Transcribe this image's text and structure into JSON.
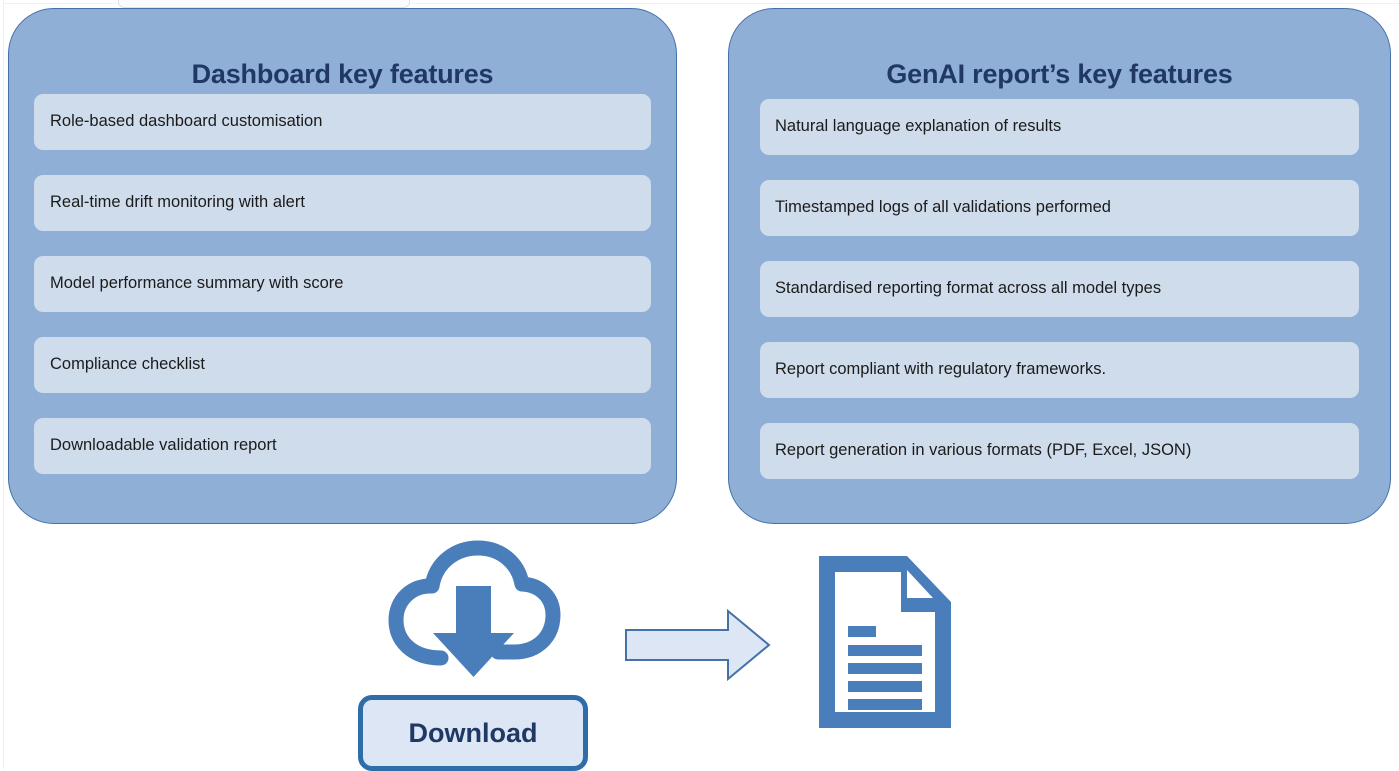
{
  "panels": [
    {
      "id": "dashboard",
      "title": "Dashboard key features",
      "features": [
        "Role-based dashboard customisation",
        "Real-time drift monitoring with alert",
        "Model performance summary with score",
        "Compliance checklist",
        "Downloadable validation report"
      ]
    },
    {
      "id": "genai",
      "title": "GenAI report’s key features",
      "features": [
        "Natural language explanation of results",
        "Timestamped logs of all validations performed",
        "Standardised reporting format across all model types",
        "Report compliant with regulatory frameworks.",
        "Report generation in various formats (PDF, Excel, JSON)"
      ]
    }
  ],
  "bottom": {
    "download_button_label": "Download",
    "cloud_icon": "cloud-download-icon",
    "arrow_icon": "right-arrow-icon",
    "document_icon": "document-report-icon"
  },
  "colors": {
    "panel_fill": "#8FAFD7",
    "panel_border": "#4472A8",
    "chip_fill": "#CFDCEC",
    "title_text": "#1F3864",
    "icon_blue": "#4A7EBB",
    "button_border": "#2E6DA8",
    "button_fill": "#DCE6F4",
    "arrow_fill": "#DCE6F4",
    "arrow_border": "#4472A8",
    "page_background": "#FFFFFF"
  }
}
